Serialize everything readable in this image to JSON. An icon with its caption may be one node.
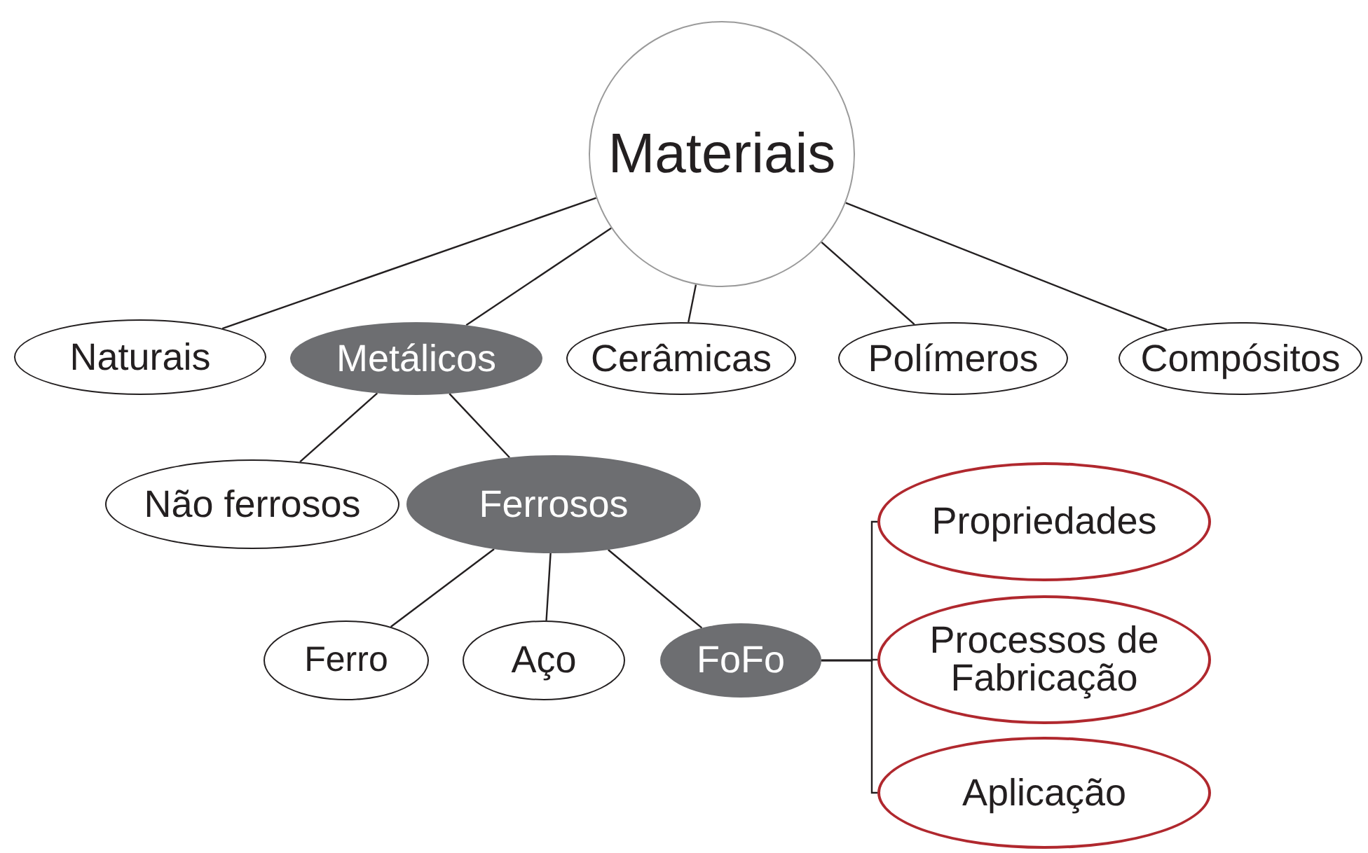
{
  "diagram": {
    "nodes": [
      {
        "text": [
          "Materiais"
        ]
      },
      {
        "text": [
          "Naturais"
        ]
      },
      {
        "text": [
          "Metálicos"
        ]
      },
      {
        "text": [
          "Cerâmicas"
        ]
      },
      {
        "text": [
          "Polímeros"
        ]
      },
      {
        "text": [
          "Compósitos"
        ]
      },
      {
        "text": [
          "Não ferrosos"
        ]
      },
      {
        "text": [
          "Ferrosos"
        ]
      },
      {
        "text": [
          "Ferro"
        ]
      },
      {
        "text": [
          "Aço"
        ]
      },
      {
        "text": [
          "FoFo"
        ]
      },
      {
        "text": [
          "Propriedades"
        ]
      },
      {
        "text": [
          "Processos de Fabricação"
        ]
      },
      {
        "text": [
          "Aplicação"
        ]
      }
    ],
    "edges": [
      {
        "from": 0,
        "to": 1,
        "arrow": "none"
      },
      {
        "from": 0,
        "to": 2,
        "arrow": "none"
      },
      {
        "from": 0,
        "to": 3,
        "arrow": "none"
      },
      {
        "from": 0,
        "to": 4,
        "arrow": "none"
      },
      {
        "from": 0,
        "to": 5,
        "arrow": "none"
      },
      {
        "from": 2,
        "to": 6,
        "arrow": "none"
      },
      {
        "from": 2,
        "to": 7,
        "arrow": "none"
      },
      {
        "from": 7,
        "to": 8,
        "arrow": "none"
      },
      {
        "from": 7,
        "to": 9,
        "arrow": "none"
      },
      {
        "from": 7,
        "to": 10,
        "arrow": "none"
      },
      {
        "from": 10,
        "to": 11,
        "arrow": "none"
      },
      {
        "from": 10,
        "to": 12,
        "arrow": "none"
      },
      {
        "from": 10,
        "to": 13,
        "arrow": "none"
      }
    ]
  }
}
